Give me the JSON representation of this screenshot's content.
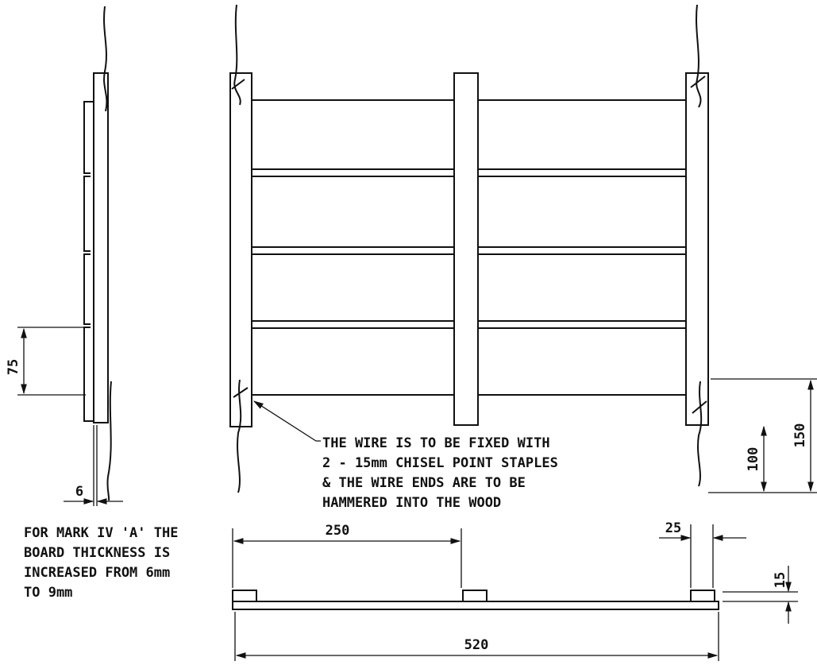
{
  "note_wire": [
    "THE WIRE IS TO BE FIXED WITH",
    "2 - 15mm CHISEL POINT STAPLES",
    "& THE WIRE ENDS ARE TO BE",
    "HAMMERED INTO THE WOOD"
  ],
  "note_mark": [
    "FOR MARK IV 'A' THE",
    "BOARD THICKNESS IS",
    "INCREASED FROM 6mm",
    "TO 9mm"
  ],
  "dimensions": {
    "side_height": "75",
    "side_thickness": "6",
    "right_150": "150",
    "right_100": "100",
    "span_250": "250",
    "batten_25": "25",
    "batten_15": "15",
    "overall_520": "520"
  }
}
